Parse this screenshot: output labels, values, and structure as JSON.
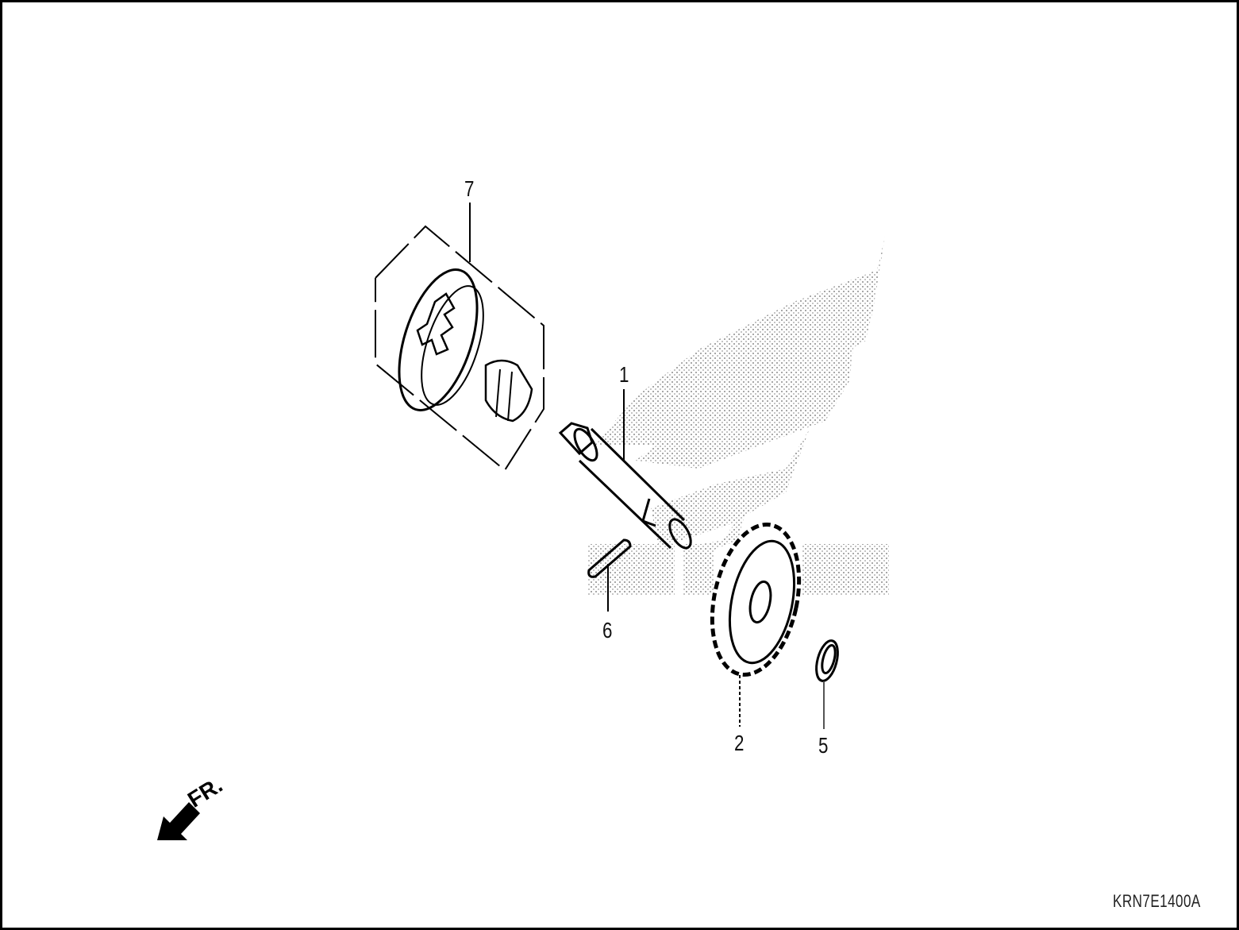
{
  "diagram": {
    "type": "exploded-parts-diagram",
    "watermark": "wing-logo-and-brand-lettering",
    "drawing_code": "KRN7E1400A",
    "direction_indicator": {
      "label": "FR.",
      "icon": "arrow-down-left"
    },
    "callouts": [
      {
        "number": "7",
        "part": "oil-pump-rotor-assembly"
      },
      {
        "number": "1",
        "part": "shaft"
      },
      {
        "number": "6",
        "part": "pin"
      },
      {
        "number": "2",
        "part": "gear"
      },
      {
        "number": "5",
        "part": "snap-ring"
      }
    ],
    "colors": {
      "line": "#000000",
      "watermark": "#b8b8b8",
      "background": "#ffffff"
    }
  }
}
